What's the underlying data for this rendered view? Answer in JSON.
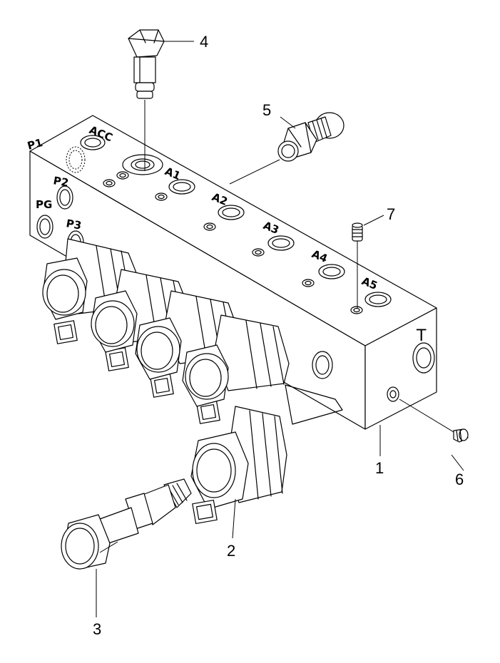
{
  "port_labels": {
    "acc": "ACC",
    "p1": "P1",
    "p2": "P2",
    "p3": "P3",
    "pg": "PG",
    "a1": "A1",
    "a2": "A2",
    "a3": "A3",
    "a4": "A4",
    "a5": "A5",
    "t": "T"
  },
  "callouts": {
    "c1": "1",
    "c2": "2",
    "c3": "3",
    "c4": "4",
    "c5": "5",
    "c6": "6",
    "c7": "7"
  },
  "colors": {
    "line": "#000000",
    "background": "#ffffff"
  }
}
